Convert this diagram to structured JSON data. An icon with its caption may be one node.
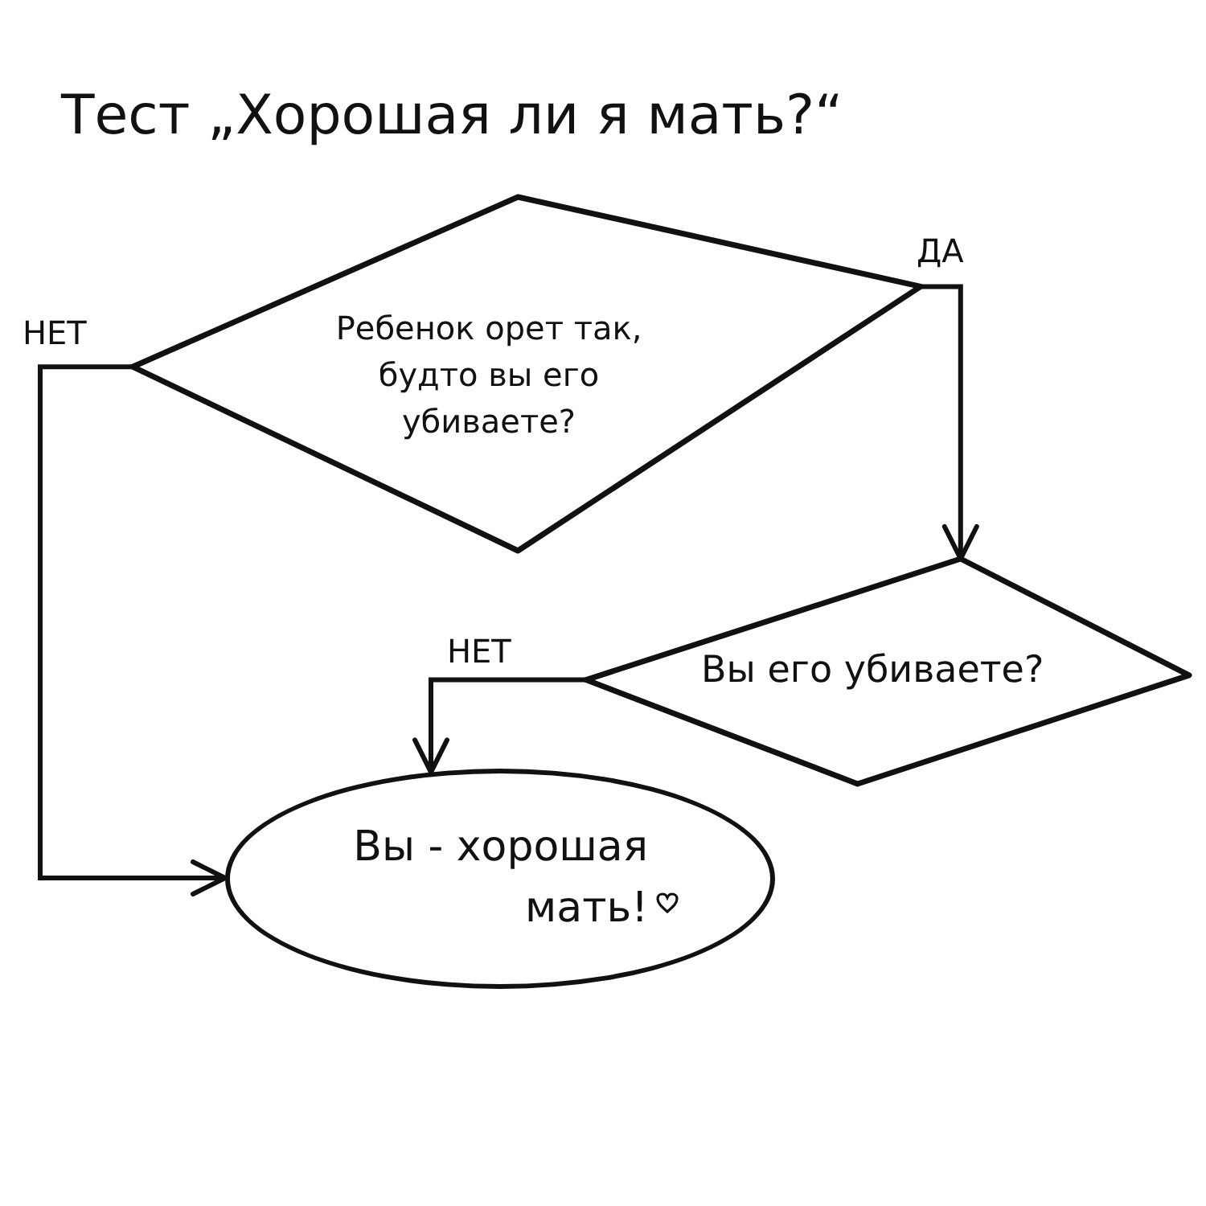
{
  "diagram": {
    "title": "Тест „Хорошая ли я мать?“",
    "nodes": [
      {
        "text": [
          "Ребенок орет так, будто вы его убиваете?"
        ]
      },
      {
        "text": [
          "Вы его убиваете?"
        ]
      },
      {
        "text": [
          "Вы - хорошая мать!"
        ]
      }
    ],
    "edges": [
      {
        "from": 0,
        "to": 2,
        "arrow": "to",
        "label": "НЕТ"
      },
      {
        "from": 0,
        "to": 1,
        "arrow": "to",
        "label": "ДА"
      },
      {
        "from": 1,
        "to": 2,
        "arrow": "to",
        "label": "НЕТ"
      }
    ]
  }
}
